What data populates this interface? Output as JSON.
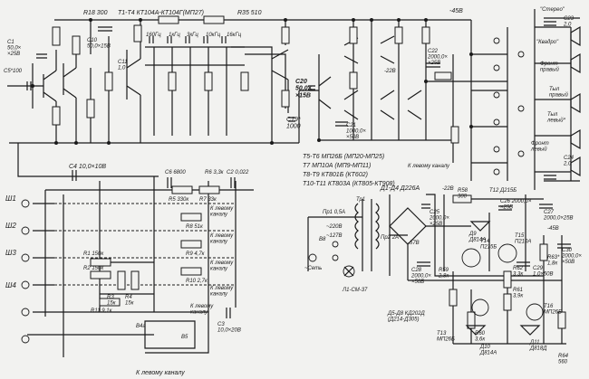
{
  "top": {
    "transistor_series": "T1-T4 КТ104А-КТ104Г(МП27)",
    "r18": "R18 300",
    "r35": "R35 510",
    "minus45": "-45В",
    "c1": "C1\n50,0×\n×25В",
    "c5": "C5*100",
    "c10": "C10\n50,0×15В",
    "c11": "C11\n1,0",
    "filter_freqs": [
      "160Гц",
      "1кГц",
      "3кГц",
      "10кГц",
      "16кГц"
    ],
    "c20": "C20\n50,0×\n×15В",
    "c19": "C19*\n1000",
    "c21": "C21\n1000,0×\n×50В",
    "c22": "C22\n2000,0×\n×25В",
    "c23": "C23\n2,0",
    "c24": "C24\n2,0",
    "stereo": "\"Стерео\"",
    "quadro": "\"Квадро\"",
    "front_right": "Фронт\nправый",
    "rear_right": "Тыл\nправый",
    "rear_left": "Тыл\nлевый*",
    "front_left": "Фронт\nлевый",
    "v22": "-22В",
    "to_left_channel": "К левому каналу"
  },
  "legend": [
    "T5-T6 МП26Б (МП20-МП25)",
    "T7 МП10А (МП9-МП11)",
    "T8-T9 КТ801Б (КТ602)",
    "T10-T11 КТ803А (КТ805-КТ908)"
  ],
  "bottom": {
    "c4": "C4 10,0×10В",
    "c6": "C6 6800",
    "r6": "R6 3,3к",
    "c2": "C2 0,022",
    "r5": "R5 330к",
    "r7": "R7 33к",
    "r8": "R8 51к",
    "r9": "R9 4,7к",
    "r10": "R10 2,7к",
    "r1": "R1 150к",
    "r2": "R2 150к",
    "r3": "R3\n15к",
    "r4": "R4\n15к",
    "r11": "R11 9,1к",
    "c3": "C3\n10,0×20В",
    "switches": [
      "Ш1",
      "Ш2",
      "Ш3",
      "Ш4"
    ],
    "b4": "В4a",
    "b5": "В5",
    "to_left_channel_labels": [
      "К левому\nканалу",
      "К левому\nканалу",
      "К левому\nканалу",
      "К левому\nканалу",
      "К левому\nканалу"
    ],
    "to_left_channel_bottom": "К левому каналу"
  },
  "power": {
    "diodes_title": "Д1-Д4 Д226А",
    "tr1": "Тр1",
    "fuse1": "Пр1 0,5А",
    "v220": "~220В",
    "v127": "~127В",
    "fuse2": "Пр2 2А",
    "mains": "~Сеть",
    "b8": "В8",
    "lamp": "Л1-СМ-37",
    "bridge": "Д5-Д8 КД202Д\n(Д214-Д305)",
    "r58": "R58\n300",
    "c25": "C25\n2000,0×\n×25В",
    "d9": "Д9\nД814А",
    "t12": "T12 Д215Б",
    "c26": "C26 2000,0×\n×25В",
    "c27": "C27\n2000,0×25В",
    "t14": "T14\nП215Б",
    "t15": "T15\nП210А",
    "minus45": "-45В",
    "c30": "C30\n2000,0×\n×50В",
    "r63": "R63*\n1,8к",
    "c29": "C29\n1,0×50В",
    "r62": "R62\n3,3к",
    "r61": "R61\n3,9к",
    "r59": "R59\n2,8к",
    "c28": "C28\n2000,0×\n×50В",
    "t13": "T13\nМП26Б",
    "r60": "R60\n3,6к",
    "d10": "Д10\nД814А",
    "t16": "T16\nМП26Б",
    "d11": "Д11\nД818Д",
    "r64": "R64\n560",
    "v22": "-22В",
    "v57": "-57В"
  }
}
